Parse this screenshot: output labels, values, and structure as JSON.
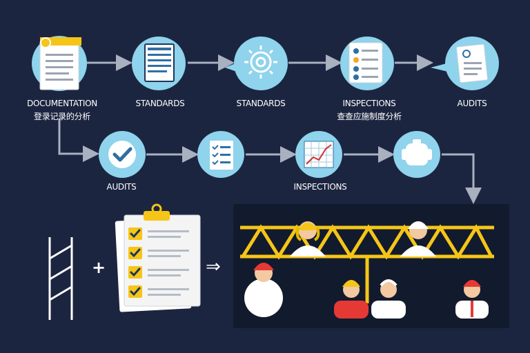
{
  "colors": {
    "background": "#1c2540",
    "node_fill": "#8fd3ec",
    "connector": "#a9b0bf",
    "crane_yellow": "#f5c518",
    "check_yellow": "#f5c518",
    "hard_hat_red": "#e53935"
  },
  "flow": {
    "row1": [
      {
        "icon": "document-icon",
        "label": "DOCUMENTATION",
        "sublabel": "登录记录的分析"
      },
      {
        "icon": "report-icon",
        "label": "STANDARDS",
        "sublabel": ""
      },
      {
        "icon": "gear-icon",
        "label": "STANDARDS",
        "sublabel": ""
      },
      {
        "icon": "checklist-icon",
        "label": "INSPECTIONS",
        "sublabel": "查查应施制度分析"
      },
      {
        "icon": "audit-report-icon",
        "label": "AUDITS",
        "sublabel": ""
      }
    ],
    "row2": [
      {
        "icon": "checkmark-icon",
        "label": "AUDITS"
      },
      {
        "icon": "checklist-icon",
        "label": ""
      },
      {
        "icon": "line-chart-icon",
        "label": "INSPECTIONS"
      },
      {
        "icon": "robot-icon",
        "label": ""
      }
    ]
  },
  "bottom": {
    "plus": "+",
    "implies": "⇒"
  }
}
